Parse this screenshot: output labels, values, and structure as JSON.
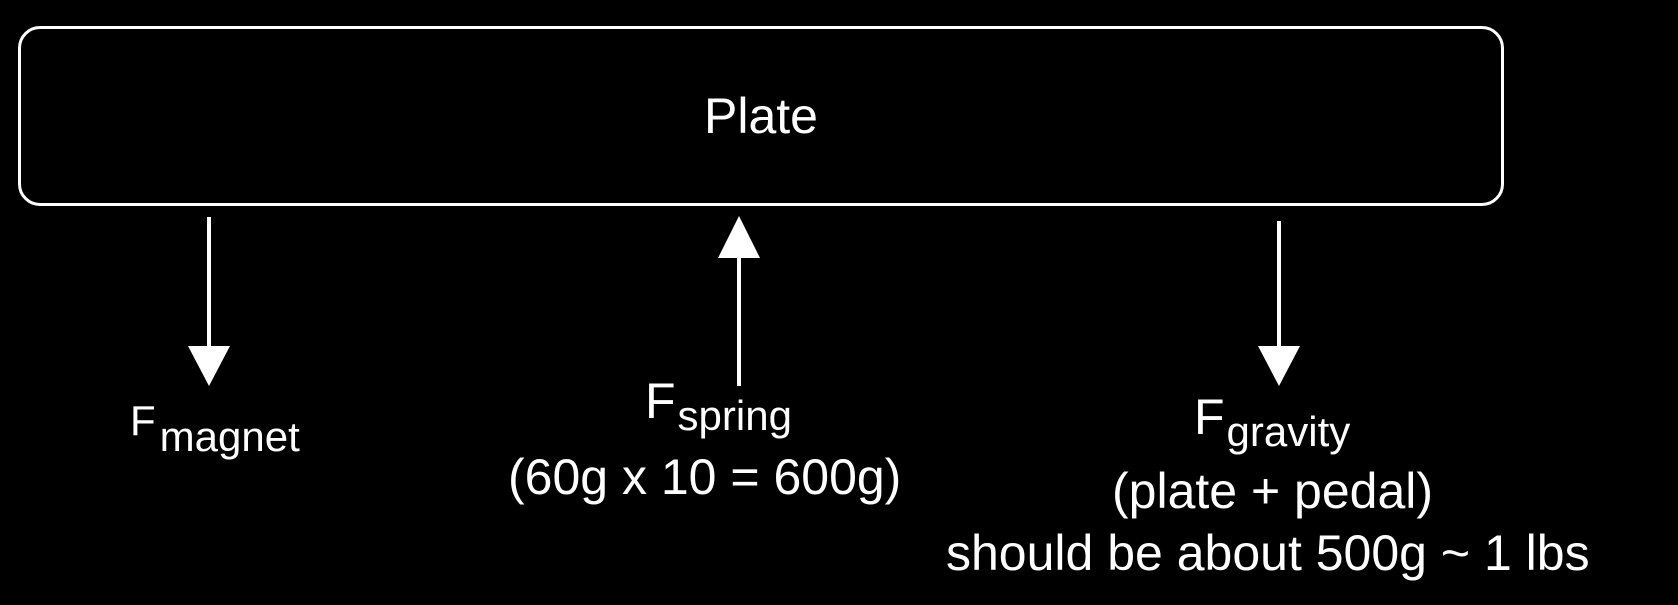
{
  "plate": {
    "label": "Plate"
  },
  "forces": {
    "magnet": {
      "symbol": "F",
      "subscript": "magnet",
      "direction": "down"
    },
    "spring": {
      "symbol": "F",
      "subscript": "spring",
      "direction": "up",
      "note": "(60g x 10 = 600g)"
    },
    "gravity": {
      "symbol": "F",
      "subscript": "gravity",
      "direction": "down",
      "note_line1": "(plate + pedal)",
      "note_line2": "should be about 500g ~ 1 lbs"
    }
  },
  "colors": {
    "background": "#000000",
    "foreground": "#ffffff"
  }
}
